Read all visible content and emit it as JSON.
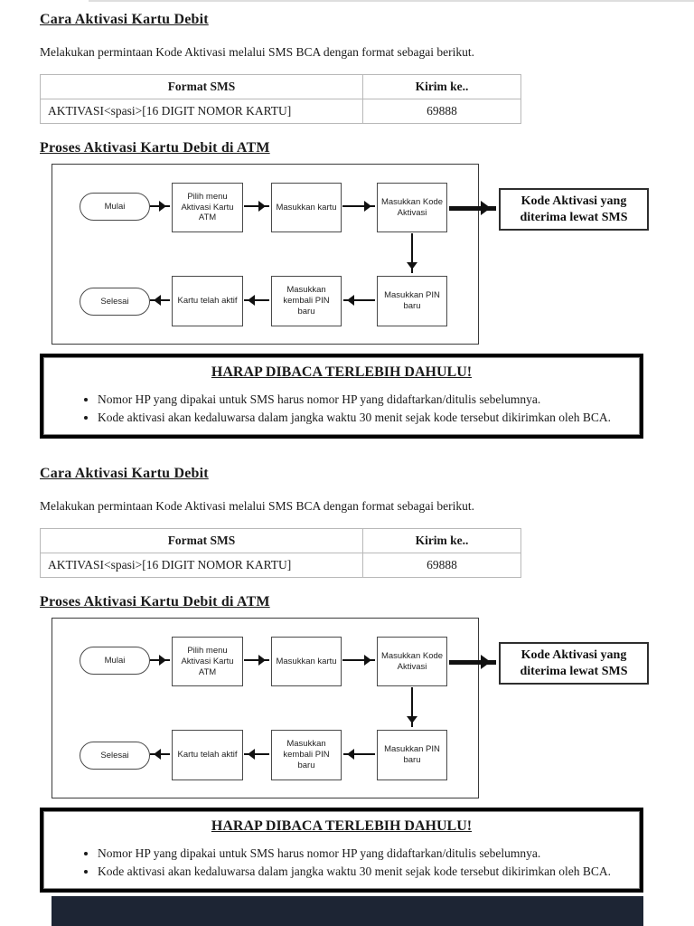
{
  "colors": {
    "text": "#1a1a1a",
    "table_border": "#b8b8b8",
    "warning_border": "#000000",
    "bottom_bar": "#1d2534"
  },
  "sections": [
    {
      "heading": "Cara Aktivasi Kartu Debit",
      "intro": "Melakukan permintaan Kode Aktivasi melalui SMS BCA dengan format sebagai berikut.",
      "sms_table": {
        "headers": [
          "Format SMS",
          "Kirim ke.."
        ],
        "rows": [
          [
            "AKTIVASI<spasi>[16 DIGIT NOMOR KARTU]",
            "69888"
          ]
        ]
      },
      "flow_heading": "Proses Aktivasi Kartu Debit di ATM",
      "flowchart": {
        "start": "Mulai",
        "step1": "Pilih menu Aktivasi Kartu ATM",
        "step2": "Masukkan kartu",
        "step3": "Masukkan Kode Aktivasi",
        "step4": "Masukkan PIN baru",
        "step5": "Masukkan kembali PIN baru",
        "step6": "Kartu telah aktif",
        "end": "Selesai",
        "side_note": "Kode Aktivasi yang diterima lewat SMS"
      },
      "warning": {
        "title": "HARAP DIBACA TERLEBIH DAHULU!",
        "bullets": [
          "Nomor HP yang dipakai untuk SMS harus nomor HP yang didaftarkan/ditulis sebelumnya.",
          "Kode aktivasi akan kedaluwarsa dalam jangka waktu 30 menit sejak kode tersebut dikirimkan oleh BCA."
        ]
      }
    },
    {
      "heading": "Cara Aktivasi Kartu Debit",
      "intro": "Melakukan permintaan Kode Aktivasi melalui SMS BCA dengan format sebagai berikut.",
      "sms_table": {
        "headers": [
          "Format SMS",
          "Kirim ke.."
        ],
        "rows": [
          [
            "AKTIVASI<spasi>[16 DIGIT NOMOR KARTU]",
            "69888"
          ]
        ]
      },
      "flow_heading": "Proses Aktivasi Kartu Debit di ATM",
      "flowchart": {
        "start": "Mulai",
        "step1": "Pilih menu Aktivasi Kartu ATM",
        "step2": "Masukkan kartu",
        "step3": "Masukkan Kode Aktivasi",
        "step4": "Masukkan PIN baru",
        "step5": "Masukkan kembali PIN baru",
        "step6": "Kartu telah aktif",
        "end": "Selesai",
        "side_note": "Kode Aktivasi yang diterima lewat SMS"
      },
      "warning": {
        "title": "HARAP DIBACA TERLEBIH DAHULU!",
        "bullets": [
          "Nomor HP yang dipakai untuk SMS harus nomor HP yang didaftarkan/ditulis sebelumnya.",
          "Kode aktivasi akan kedaluwarsa dalam jangka waktu 30 menit sejak kode tersebut dikirimkan oleh BCA."
        ]
      }
    }
  ]
}
